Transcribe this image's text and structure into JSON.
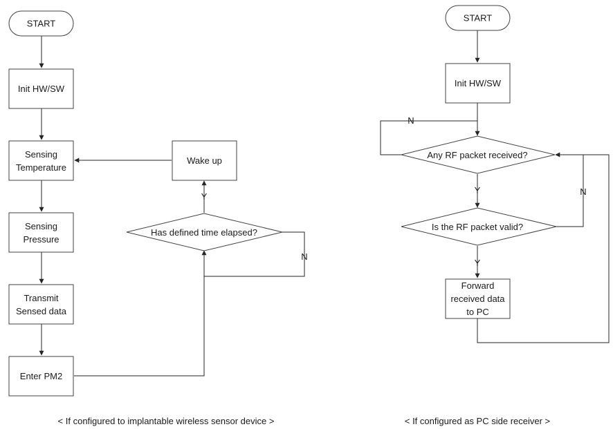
{
  "left_flow": {
    "start": "START",
    "init": "Init HW/SW",
    "sensing_temperature": [
      "Sensing",
      "Temperature"
    ],
    "sensing_pressure": [
      "Sensing",
      "Pressure"
    ],
    "transmit": [
      "Transmit",
      "Sensed data"
    ],
    "enter_pm2": "Enter PM2",
    "wake_up": "Wake up",
    "decision_time": "Has defined time elapsed?",
    "label_yes": "Y",
    "label_no": "N",
    "caption": "< If configured to implantable wireless sensor device >"
  },
  "right_flow": {
    "start": "START",
    "init": "Init HW/SW",
    "decision_rf": "Any RF packet received?",
    "decision_valid": "Is the RF packet valid?",
    "forward": [
      "Forward",
      "received data",
      "to PC"
    ],
    "label_no_rf": "N",
    "label_yes_rf": "Y",
    "label_no_valid": "N",
    "label_yes_valid": "Y",
    "caption": "< If configured as PC side receiver >"
  }
}
